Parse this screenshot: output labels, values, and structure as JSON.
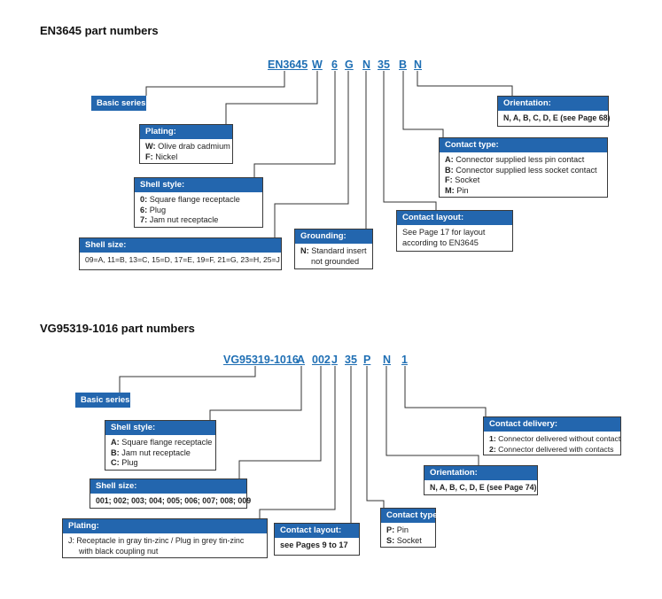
{
  "en": {
    "title": "EN3645 part numbers",
    "codes": [
      "EN3645",
      "W",
      "6",
      "G",
      "N",
      "35",
      "B",
      "N"
    ],
    "basic_series": "Basic series",
    "plating": {
      "title": "Plating:",
      "items": [
        [
          "W:",
          " Olive drab cadmium"
        ],
        [
          "F:",
          " Nickel"
        ]
      ]
    },
    "shell_style": {
      "title": "Shell style:",
      "items": [
        [
          "0:",
          " Square flange receptacle"
        ],
        [
          "6:",
          " Plug"
        ],
        [
          "7:",
          " Jam nut receptacle"
        ]
      ]
    },
    "shell_size": {
      "title": "Shell size:",
      "text": "09=A, 11=B, 13=C, 15=D, 17=E, 19=F, 21=G, 23=H, 25=J"
    },
    "grounding": {
      "title": "Grounding:",
      "items": [
        [
          "N:",
          " Standard insert"
        ],
        [
          "",
          "not grounded"
        ]
      ]
    },
    "contact_layout": {
      "title": "Contact layout:",
      "line1": "See Page 17 for layout",
      "line2": "according to EN3645"
    },
    "contact_type": {
      "title": "Contact type:",
      "items": [
        [
          "A:",
          " Connector supplied less pin contact"
        ],
        [
          "B:",
          " Connector supplied less socket contact"
        ],
        [
          "F:",
          " Socket"
        ],
        [
          "M:",
          " Pin"
        ]
      ]
    },
    "orientation": {
      "title": "Orientation:",
      "text": "N, A, B, C, D, E (see Page 68)"
    }
  },
  "vg": {
    "title": "VG95319-1016 part numbers",
    "codes": [
      "VG95319-1016",
      "A",
      "002",
      "J",
      "35",
      "P",
      "N",
      "1"
    ],
    "basic_series": "Basic series",
    "shell_style": {
      "title": "Shell style:",
      "items": [
        [
          "A:",
          " Square flange receptacle"
        ],
        [
          "B:",
          " Jam nut receptacle"
        ],
        [
          "C:",
          " Plug"
        ]
      ]
    },
    "shell_size": {
      "title": "Shell size:",
      "text": "001; 002; 003; 004; 005; 006; 007; 008; 009"
    },
    "plating": {
      "title": "Plating:",
      "line1": "J:  Receptacle in gray tin-zinc / Plug in grey tin-zinc",
      "line2": "with black coupling nut"
    },
    "contact_layout": {
      "title": "Contact layout:",
      "text": "see Pages 9 to 17"
    },
    "contact_type": {
      "title": "Contact type",
      "items": [
        [
          "P:",
          " Pin"
        ],
        [
          "S:",
          " Socket"
        ]
      ]
    },
    "orientation": {
      "title": "Orientation:",
      "text": "N, A, B, C, D, E (see Page 74)"
    },
    "contact_delivery": {
      "title": "Contact delivery:",
      "items": [
        [
          "1:",
          " Connector delivered without contact"
        ],
        [
          "2:",
          " Connector delivered with contacts"
        ]
      ]
    }
  }
}
